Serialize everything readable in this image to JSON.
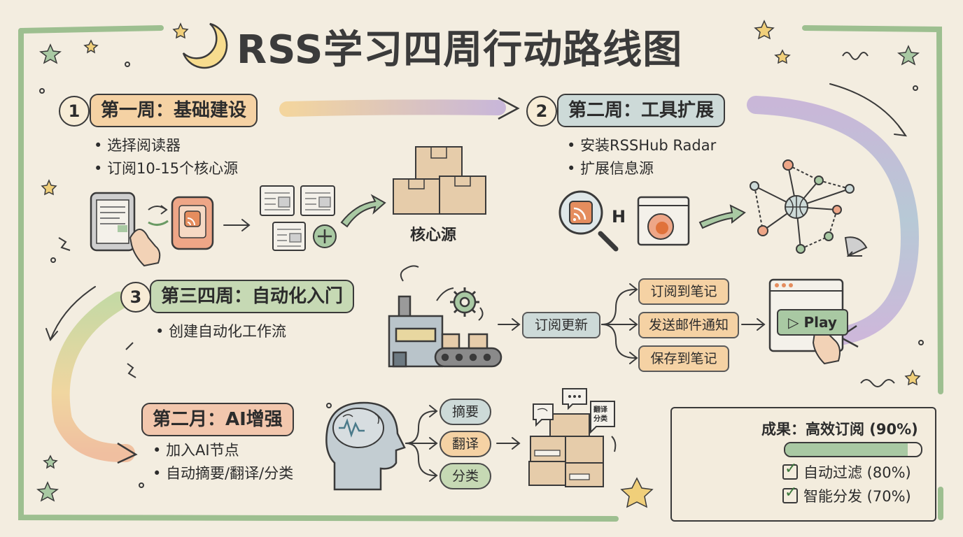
{
  "title": "RSS学习四周行动路线图",
  "week1": {
    "number": "1",
    "heading": "第一周：基础建设",
    "bullets": [
      "选择阅读器",
      "订阅10-15个核心源"
    ],
    "boxes_label": "核心源"
  },
  "week2": {
    "number": "2",
    "heading": "第二周：工具扩展",
    "bullets": [
      "安装RSSHub Radar",
      "扩展信息源"
    ],
    "h_letter": "H"
  },
  "week34": {
    "number": "3",
    "heading": "第三四周：自动化入门",
    "bullets": [
      "创建自动化工作流"
    ],
    "trigger": "订阅更新",
    "actions": [
      "订阅到笔记",
      "发送邮件通知",
      "保存到笔记"
    ],
    "play_button": "▷ Play"
  },
  "month2": {
    "heading": "第二月：AI增强",
    "bullets": [
      "加入AI节点",
      "自动摘要/翻译/分类"
    ],
    "outputs": [
      "摘要",
      "翻译",
      "分类"
    ],
    "bubble_text": "翻译 分类"
  },
  "result": {
    "title": "成果：高效订阅 (90%)",
    "progress": 0.9,
    "checks": [
      "自动过滤 (80%)",
      "智能分发 (70%)"
    ]
  },
  "colors": {
    "orange_pill": "#f5d2a4",
    "blue_pill": "#cddad8",
    "green_pill": "#c6d9b4",
    "peach_pill": "#f2c7ad",
    "border_green": "#9dbf90",
    "box_tan": "#e6ccaa"
  }
}
